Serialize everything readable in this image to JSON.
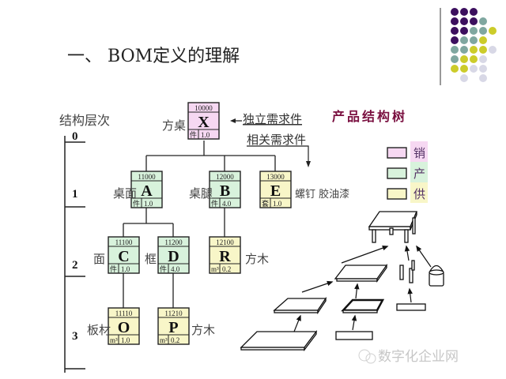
{
  "title": "一、 BOM定义的理解",
  "axis": {
    "label": "结构层次",
    "levels": [
      "0",
      "1",
      "2",
      "3"
    ]
  },
  "tree_title": "产品结构树",
  "annotations": {
    "independent": "独立需求件",
    "dependent": "相关需求件"
  },
  "colors": {
    "sales": "#f6d8f2",
    "production": "#d8f2dc",
    "supply": "#f8f6c8",
    "tree_title": "#7a1040"
  },
  "nodes": {
    "X": {
      "code": "10000",
      "letter": "X",
      "unit": "件",
      "qty": "1.0",
      "name": "方桌",
      "type": "sales"
    },
    "A": {
      "code": "11000",
      "letter": "A",
      "unit": "件",
      "qty": "1.0",
      "name": "桌面",
      "type": "production"
    },
    "B": {
      "code": "12000",
      "letter": "B",
      "unit": "件",
      "qty": "4.0",
      "name": "桌腿",
      "type": "production"
    },
    "E": {
      "code": "13000",
      "letter": "E",
      "unit": "套",
      "qty": "1.0",
      "name": "螺钉 胶油漆",
      "type": "supply"
    },
    "C": {
      "code": "11100",
      "letter": "C",
      "unit": "件",
      "qty": "1.0",
      "name": "面",
      "type": "production"
    },
    "D": {
      "code": "11200",
      "letter": "D",
      "unit": "件",
      "qty": "4.0",
      "name": "框",
      "type": "production"
    },
    "R": {
      "code": "12100",
      "letter": "R",
      "unit": "m³",
      "qty": "0.2",
      "name": "方木",
      "type": "supply"
    },
    "O": {
      "code": "11110",
      "letter": "O",
      "unit": "m³",
      "qty": "1.0",
      "name": "板材",
      "type": "supply"
    },
    "P": {
      "code": "11210",
      "letter": "P",
      "unit": "m³",
      "qty": "0.2",
      "name": "方木",
      "type": "supply"
    }
  },
  "legend": [
    {
      "label": "销",
      "type": "sales"
    },
    {
      "label": "产",
      "type": "production"
    },
    {
      "label": "供",
      "type": "supply"
    }
  ],
  "watermark": "数字化企业网"
}
